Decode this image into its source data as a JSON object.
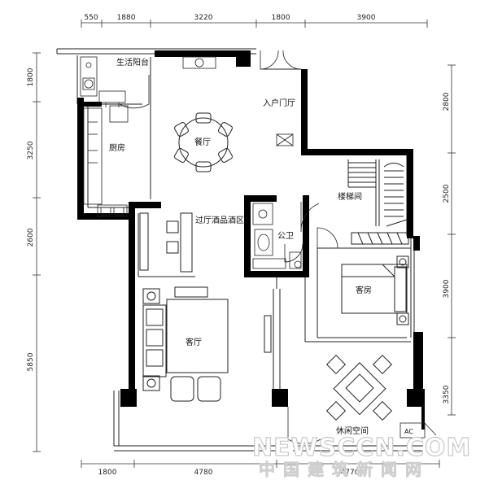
{
  "dimensions": {
    "top": [
      "550",
      "1880",
      "3220",
      "1800",
      "3900"
    ],
    "bottom": [
      "1800",
      "4780",
      "4770"
    ],
    "left": [
      "1800",
      "3250",
      "2600",
      "5850"
    ],
    "right": [
      "2800",
      "2500",
      "3900",
      "3350"
    ]
  },
  "rooms": {
    "balcony": "生活阳台",
    "kitchen": "厨房",
    "dining": "餐厅",
    "foyer": "入户门厅",
    "stair": "楼梯间",
    "bar": "过厅酒品酒区",
    "bathroom": "公卫",
    "guest": "客房",
    "living": "客厅",
    "leisure": "休闲空间",
    "ac": "AC"
  },
  "watermark": {
    "logo": "NEWSCCN.COM",
    "chinese": "中国建筑新闻网"
  }
}
